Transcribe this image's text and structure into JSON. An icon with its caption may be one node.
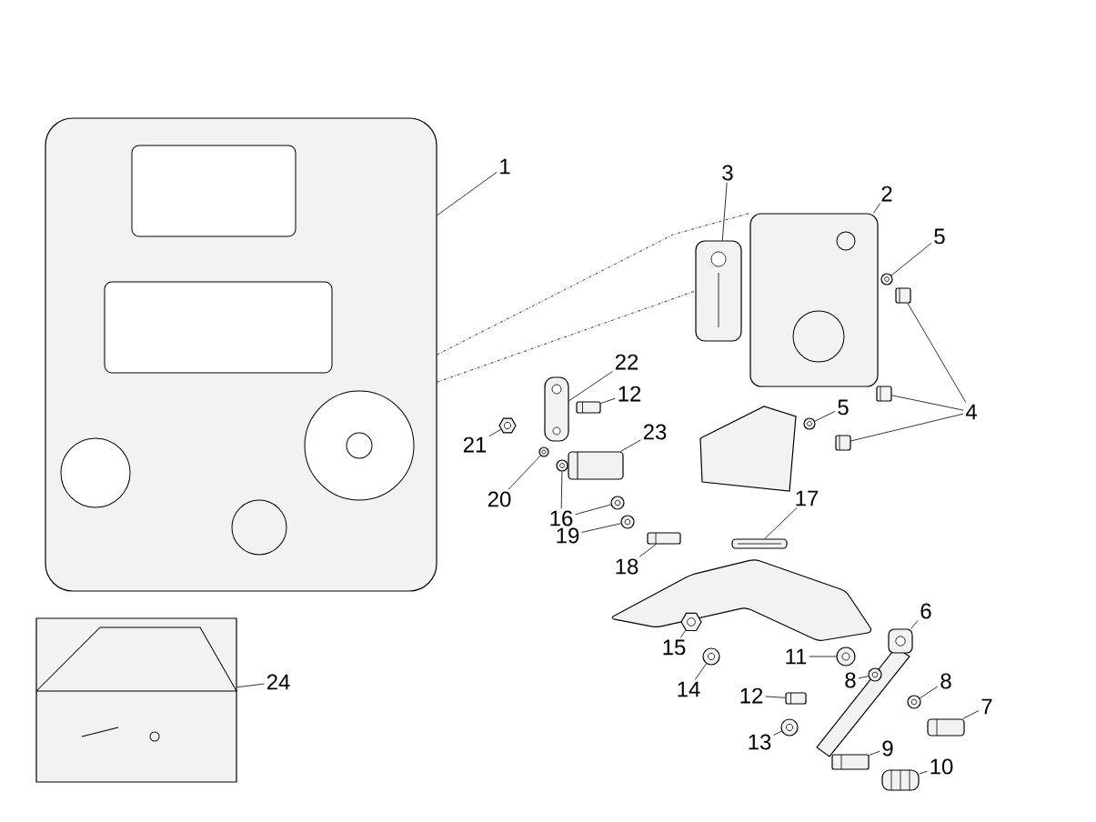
{
  "diagram": {
    "nodes": [
      {
        "text": [
          "1"
        ]
      },
      {
        "text": [],
        "shape": "picture"
      },
      {
        "text": [
          "2"
        ]
      },
      {
        "text": [],
        "shape": "picture"
      },
      {
        "text": [
          "3"
        ]
      },
      {
        "text": [],
        "shape": "picture"
      },
      {
        "text": [
          "4"
        ]
      },
      {
        "text": [],
        "shape": "picture"
      },
      {
        "text": [],
        "shape": "picture"
      },
      {
        "text": [],
        "shape": "picture"
      },
      {
        "text": [
          "5"
        ]
      },
      {
        "text": [],
        "shape": "picture"
      },
      {
        "text": [
          "5"
        ]
      },
      {
        "text": [],
        "shape": "picture"
      },
      {
        "text": [
          "22"
        ]
      },
      {
        "text": [],
        "shape": "picture"
      },
      {
        "text": [
          "12"
        ]
      },
      {
        "text": [],
        "shape": "picture"
      },
      {
        "text": [
          "21"
        ]
      },
      {
        "text": [],
        "shape": "picture"
      },
      {
        "text": [
          "23"
        ]
      },
      {
        "text": [],
        "shape": "picture"
      },
      {
        "text": [
          "20"
        ]
      },
      {
        "text": [],
        "shape": "picture"
      },
      {
        "text": [
          "16"
        ]
      },
      {
        "text": [],
        "shape": "picture"
      },
      {
        "text": [],
        "shape": "picture"
      },
      {
        "text": [
          "17"
        ]
      },
      {
        "text": [],
        "shape": "picture"
      },
      {
        "text": [
          "19"
        ]
      },
      {
        "text": [],
        "shape": "picture"
      },
      {
        "text": [
          "18"
        ]
      },
      {
        "text": [],
        "shape": "picture"
      },
      {
        "text": [
          "6"
        ]
      },
      {
        "text": [],
        "shape": "picture"
      },
      {
        "text": [
          "15"
        ]
      },
      {
        "text": [],
        "shape": "picture"
      },
      {
        "text": [
          "11"
        ]
      },
      {
        "text": [],
        "shape": "picture"
      },
      {
        "text": [
          "8"
        ]
      },
      {
        "text": [],
        "shape": "picture"
      },
      {
        "text": [
          "14"
        ]
      },
      {
        "text": [],
        "shape": "picture"
      },
      {
        "text": [
          "8"
        ]
      },
      {
        "text": [],
        "shape": "picture"
      },
      {
        "text": [
          "7"
        ]
      },
      {
        "text": [],
        "shape": "picture"
      },
      {
        "text": [
          "12"
        ]
      },
      {
        "text": [],
        "shape": "picture"
      },
      {
        "text": [
          "13"
        ]
      },
      {
        "text": [],
        "shape": "picture"
      },
      {
        "text": [
          "9"
        ]
      },
      {
        "text": [],
        "shape": "picture"
      },
      {
        "text": [
          "10"
        ]
      },
      {
        "text": [],
        "shape": "picture"
      },
      {
        "text": [
          "24"
        ]
      },
      {
        "text": [],
        "shape": "picture"
      }
    ],
    "edges": [
      {
        "from": 0,
        "to": 1,
        "arrow": "none"
      },
      {
        "from": 2,
        "to": 3,
        "arrow": "none"
      },
      {
        "from": 4,
        "to": 5,
        "arrow": "none"
      },
      {
        "from": 6,
        "to": 7,
        "arrow": "none"
      },
      {
        "from": 6,
        "to": 8,
        "arrow": "none"
      },
      {
        "from": 6,
        "to": 9,
        "arrow": "none"
      },
      {
        "from": 10,
        "to": 11,
        "arrow": "none"
      },
      {
        "from": 12,
        "to": 13,
        "arrow": "none"
      },
      {
        "from": 14,
        "to": 15,
        "arrow": "none"
      },
      {
        "from": 16,
        "to": 17,
        "arrow": "none"
      },
      {
        "from": 18,
        "to": 19,
        "arrow": "none"
      },
      {
        "from": 20,
        "to": 21,
        "arrow": "none"
      },
      {
        "from": 22,
        "to": 23,
        "arrow": "none"
      },
      {
        "from": 24,
        "to": 25,
        "arrow": "none"
      },
      {
        "from": 24,
        "to": 26,
        "arrow": "none"
      },
      {
        "from": 27,
        "to": 28,
        "arrow": "none"
      },
      {
        "from": 29,
        "to": 30,
        "arrow": "none"
      },
      {
        "from": 31,
        "to": 32,
        "arrow": "none"
      },
      {
        "from": 33,
        "to": 34,
        "arrow": "none"
      },
      {
        "from": 35,
        "to": 36,
        "arrow": "none"
      },
      {
        "from": 37,
        "to": 38,
        "arrow": "none"
      },
      {
        "from": 39,
        "to": 40,
        "arrow": "none"
      },
      {
        "from": 41,
        "to": 42,
        "arrow": "none"
      },
      {
        "from": 43,
        "to": 44,
        "arrow": "none"
      },
      {
        "from": 45,
        "to": 46,
        "arrow": "none"
      },
      {
        "from": 47,
        "to": 48,
        "arrow": "none"
      },
      {
        "from": 49,
        "to": 50,
        "arrow": "none"
      },
      {
        "from": 51,
        "to": 52,
        "arrow": "none"
      },
      {
        "from": 53,
        "to": 54,
        "arrow": "none"
      },
      {
        "from": 55,
        "to": 56,
        "arrow": "none"
      },
      {
        "from": 1,
        "to": 3,
        "arrow": "none",
        "style": "dashed"
      },
      {
        "from": 1,
        "to": 5,
        "arrow": "none",
        "style": "dashed"
      }
    ]
  }
}
